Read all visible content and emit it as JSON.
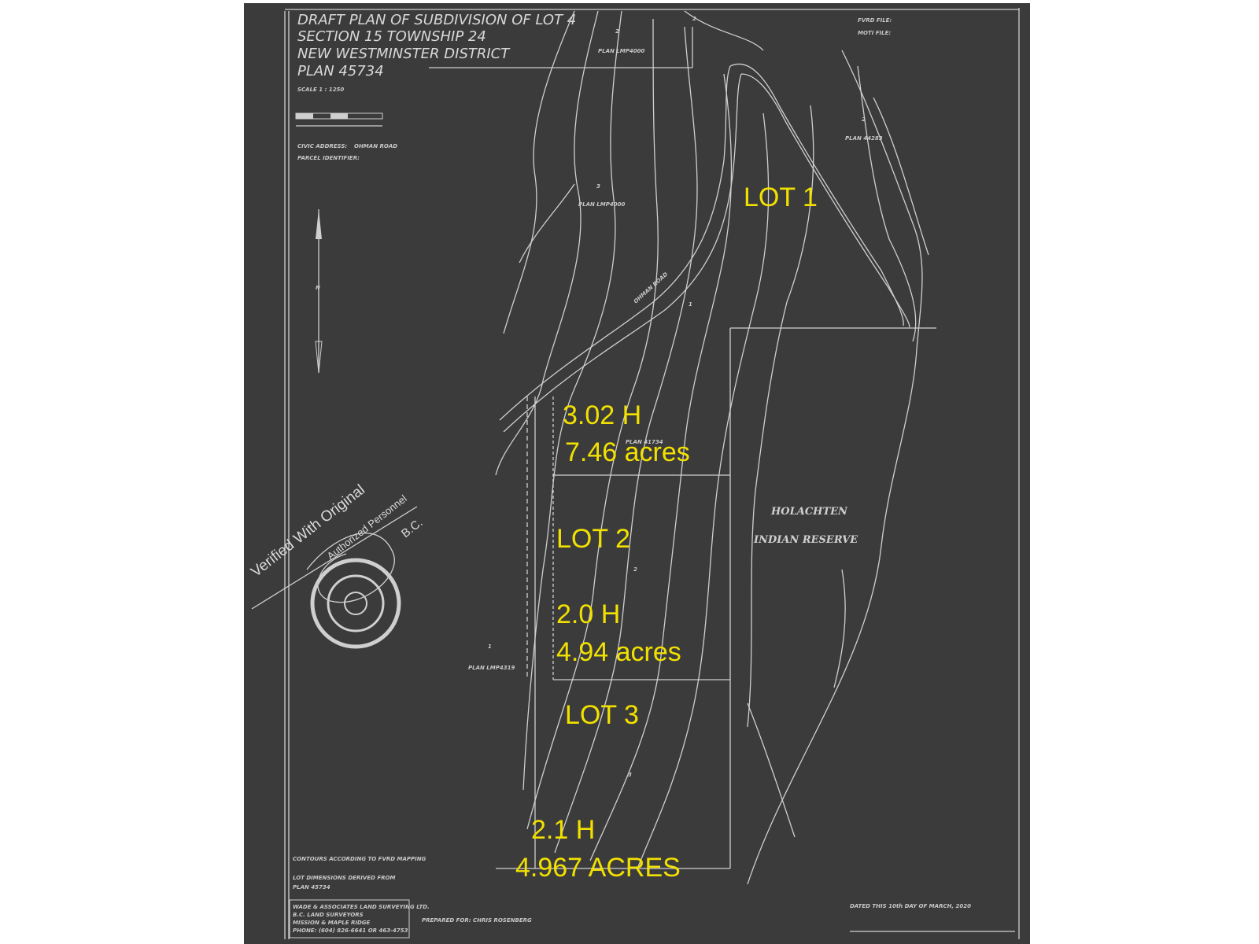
{
  "title_block": {
    "line1": "DRAFT PLAN OF SUBDIVISION OF LOT 4",
    "line2": "SECTION 15 TOWNSHIP 24",
    "line3": "NEW WESTMINSTER DISTRICT",
    "line4": "PLAN 45734",
    "scale": "SCALE 1 : 1250",
    "civic_label": "CIVIC ADDRESS:",
    "civic_value": "OHMAN ROAD",
    "parcel_label": "PARCEL IDENTIFIER:"
  },
  "file_refs": {
    "fraser_file": "FVRD FILE:",
    "moti_file": "MOTI FILE:"
  },
  "lot_labels": {
    "lot1": "LOT 1",
    "lot2": "LOT 2",
    "lot3": "LOT 3"
  },
  "areas": {
    "lot1_h": "3.02 H",
    "lot1_acres": "7.46 acres",
    "lot2_h": "2.0 H",
    "lot2_acres": "4.94 acres",
    "lot3_h": "2.1 H",
    "lot3_acres": "4.967 ACRES"
  },
  "reserve": {
    "line1": "HOLACHTEN",
    "line2": "INDIAN RESERVE"
  },
  "road_label": "OHMAN ROAD",
  "plan_refs": {
    "plan_a": "PLAN LMP4000",
    "plan_b": "PLAN LMP4000",
    "plan_c": "PLAN 44283",
    "plan_d": "PLAN LMP4319",
    "plan_e": "PLAN 41734"
  },
  "lot_numbers": {
    "n1": "1",
    "n2": "2",
    "n3": "3",
    "n2b": "2",
    "n3b": "3",
    "n2c": "2",
    "n1b": "1",
    "n2d": "2"
  },
  "notes": {
    "contours": "CONTOURS ACCORDING TO FVRD MAPPING",
    "dimensions": "LOT DIMENSIONS DERIVED FROM",
    "dimensions_plan": "PLAN 45734",
    "prepared_for": "PREPARED FOR: CHRIS ROSENBERG",
    "dated": "DATED THIS 10th DAY OF MARCH, 2020"
  },
  "surveyor": {
    "line1": "WADE & ASSOCIATES LAND SURVEYING LTD.",
    "line2": "B.C. LAND SURVEYORS",
    "line3": "MISSION & MAPLE RIDGE",
    "line4": "PHONE: (604) 826-6641 OR 463-4753"
  },
  "stamp": {
    "line1": "Verified With Original",
    "line2": "Authorized Personnel",
    "line3": "B.C."
  },
  "north_symbol": "N",
  "colors": {
    "background": "#3a3a3a",
    "ink": "#cfcfcf",
    "annotation": "#f2e100"
  }
}
